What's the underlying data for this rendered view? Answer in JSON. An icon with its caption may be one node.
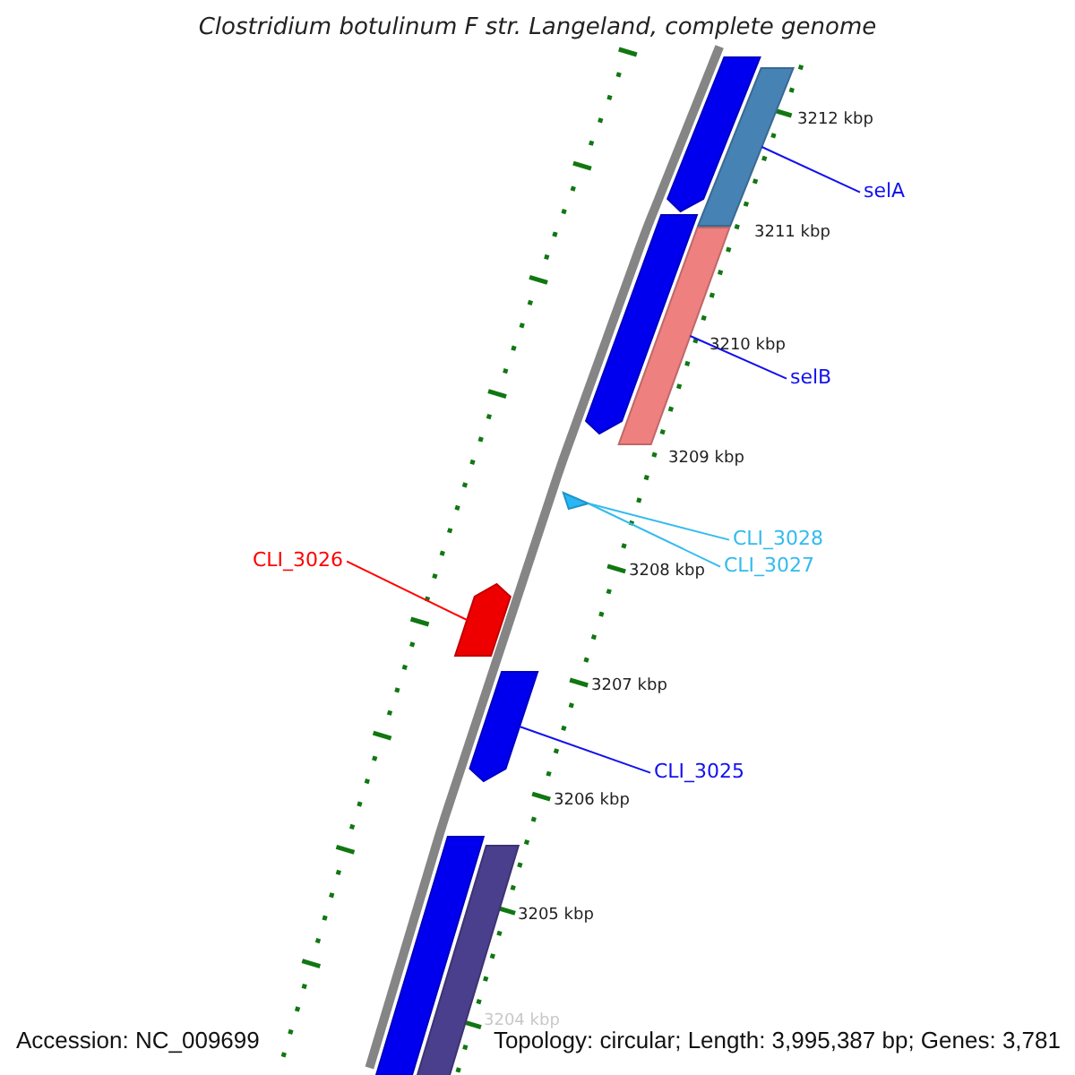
{
  "diagram": {
    "title": "Clostridium botulinum F str. Langeland, complete genome",
    "nodes": [
      {
        "text": [],
        "shape": "bar"
      },
      {
        "text": [],
        "shape": "bar"
      },
      {
        "text": [
          "selA"
        ]
      },
      {
        "text": [],
        "shape": "bar"
      },
      {
        "text": [],
        "shape": "bar"
      },
      {
        "text": [
          "selB"
        ]
      },
      {
        "text": [],
        "shape": "triangle"
      },
      {
        "text": [
          "CLI_3028"
        ]
      },
      {
        "text": [
          "CLI_3027"
        ]
      },
      {
        "text": [
          "CLI_3026"
        ]
      },
      {
        "text": [],
        "shape": "bar"
      },
      {
        "text": [],
        "shape": "bar"
      },
      {
        "text": [
          "CLI_3025"
        ]
      },
      {
        "text": [],
        "shape": "bar"
      },
      {
        "text": [],
        "shape": "bar"
      }
    ],
    "edges": [
      {
        "from": 2,
        "to": 1,
        "arrow": "none"
      },
      {
        "from": 5,
        "to": 4,
        "arrow": "none"
      },
      {
        "from": 7,
        "to": 6,
        "arrow": "none",
        "color": "#33bbee"
      },
      {
        "from": 8,
        "to": 6,
        "arrow": "none",
        "color": "#33bbee"
      },
      {
        "from": 9,
        "to": 10,
        "arrow": "none",
        "color": "#ff0000"
      },
      {
        "from": 12,
        "to": 11,
        "arrow": "none"
      }
    ],
    "labels": [
      "3212 kbp",
      "3211 kbp",
      "3210 kbp",
      "3209 kbp",
      "3208 kbp",
      "3207 kbp",
      "3206 kbp",
      "3205 kbp",
      "3204 kbp",
      "Accession: NC_009699",
      "Topology: circular; Length: 3,995,387 bp; Genes: 3,781"
    ]
  }
}
